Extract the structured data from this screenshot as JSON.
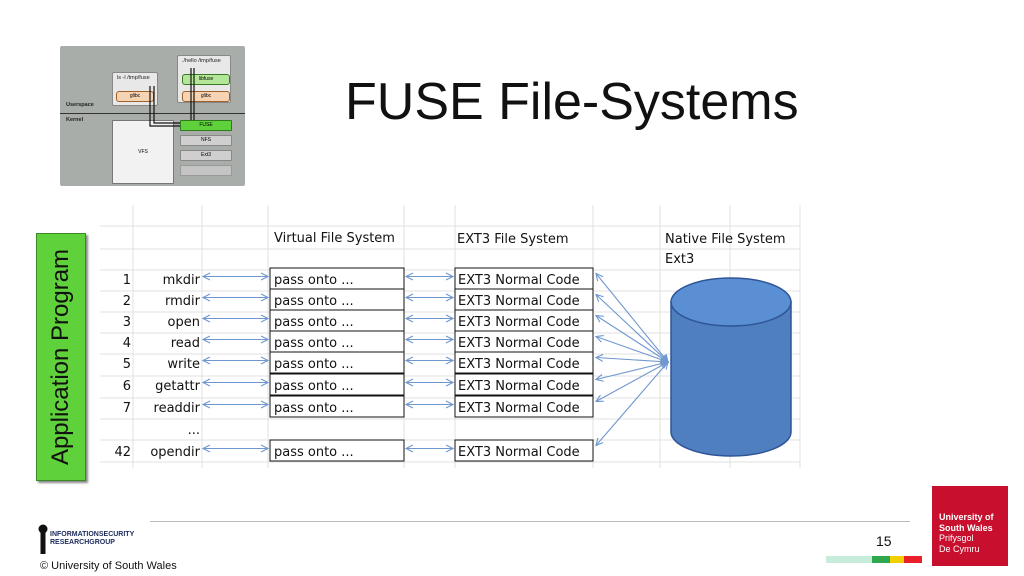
{
  "slide": {
    "title": "FUSE File-Systems",
    "page_number": "15",
    "copyright": "© University of South Wales"
  },
  "fuse_diagram": {
    "cmd_hello": "./hello /tmp/fuse",
    "cmd_ls": "ls -l /tmp/fuse",
    "libfuse": "libfuse",
    "glibc": "glibc",
    "userspace": "Userspace",
    "kernel": "Kernel",
    "vfs": "VFS",
    "fuse": "FUSE",
    "nfs": "NFS",
    "ext3": "Ext3"
  },
  "application_program": "Application Program",
  "table": {
    "headers": {
      "vfs": "Virtual File System",
      "ext3": "EXT3 File System",
      "native": "Native File System",
      "native_sub": "Ext3"
    },
    "rows": [
      {
        "num": "1",
        "op": "mkdir",
        "vfs": "pass onto ...",
        "ext3": "EXT3 Normal Code"
      },
      {
        "num": "2",
        "op": "rmdir",
        "vfs": "pass onto ...",
        "ext3": "EXT3 Normal Code"
      },
      {
        "num": "3",
        "op": "open",
        "vfs": "pass onto ...",
        "ext3": "EXT3 Normal Code"
      },
      {
        "num": "4",
        "op": "read",
        "vfs": "pass onto ...",
        "ext3": "EXT3 Normal Code"
      },
      {
        "num": "5",
        "op": "write",
        "vfs": "pass onto ...",
        "ext3": "EXT3 Normal Code"
      },
      {
        "num": "6",
        "op": "getattr",
        "vfs": "pass onto ...",
        "ext3": "EXT3 Normal Code"
      },
      {
        "num": "7",
        "op": "readdir",
        "vfs": "pass onto ...",
        "ext3": "EXT3 Normal Code"
      },
      {
        "num": "",
        "op": "...",
        "vfs": "",
        "ext3": ""
      },
      {
        "num": "42",
        "op": "opendir",
        "vfs": "pass onto ...",
        "ext3": "EXT3 Normal Code"
      }
    ]
  },
  "logos": {
    "isrg_line1": "INFORMATIONSECURITY",
    "isrg_line2": "RESEARCHGROUP",
    "uni_en_1": "University of",
    "uni_en_2": "South Wales",
    "uni_cy_1": "Prifysgol",
    "uni_cy_2": "De Cymru"
  },
  "colors": {
    "arrow": "#6f97cf",
    "cylinder_fill": "#4f7fbf",
    "cylinder_stroke": "#2f5597",
    "app_bar": "#5fd13a",
    "brand_red": "#c8102e",
    "strip": [
      "#c7ecd9",
      "#2ea84b",
      "#f2d000",
      "#e8202a"
    ]
  }
}
